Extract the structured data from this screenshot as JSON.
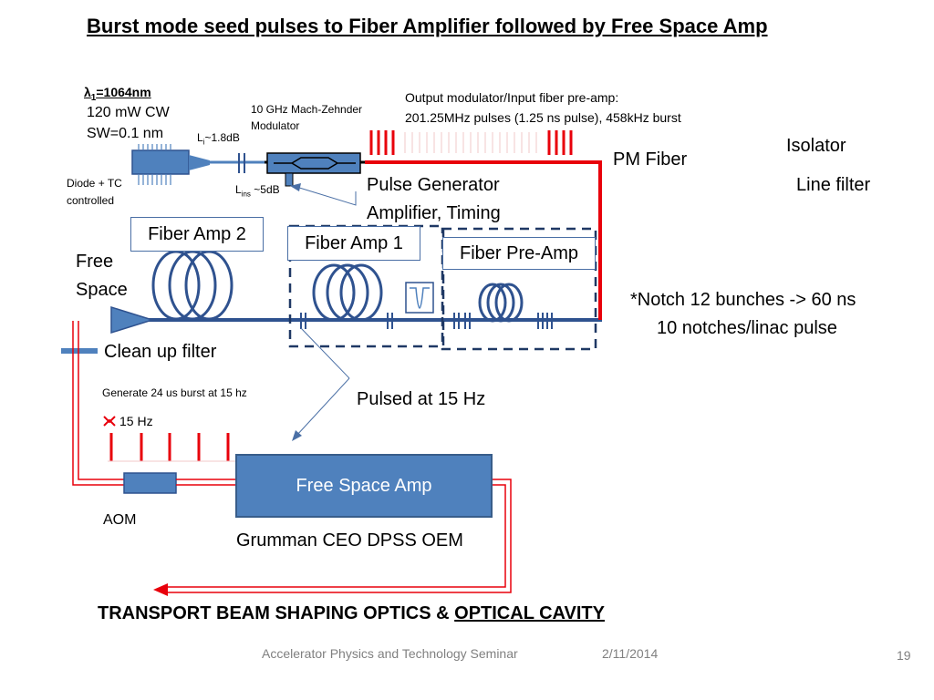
{
  "title": " Burst mode seed pulses to Fiber Amplifier followed by Free Space Amp",
  "laser": {
    "wavelength_symbol": "λ",
    "wavelength_sub": "1",
    "wavelength_value": "=1064nm",
    "power": "120 mW CW",
    "spectral_width": "SW=0.1 nm",
    "diode": "Diode + TC",
    "controlled": "controlled"
  },
  "modulator": {
    "line1": "10 GHz Mach-Zehnder",
    "line2": "Modulator",
    "loss_main": "L",
    "loss_sub": "i",
    "loss_value": "~1.8dB",
    "ins_main": "L",
    "ins_sub": "ins",
    "ins_value": " ~5dB"
  },
  "output_modulator": {
    "line1": "Output modulator/Input fiber pre-amp:",
    "line2": "201.25MHz pulses (1.25 ns pulse), 458kHz burst"
  },
  "labels": {
    "pm_fiber": "PM Fiber",
    "isolator": "Isolator",
    "line_filter": "Line filter",
    "pulse_gen_1": "Pulse Generator",
    "pulse_gen_2": "Amplifier, Timing",
    "fiber_amp_2": "Fiber Amp 2",
    "fiber_amp_1": "Fiber Amp 1",
    "fiber_pre_amp": "Fiber Pre-Amp",
    "free_space_1": "Free",
    "free_space_2": "Space",
    "clean_up_filter": "Clean up filter",
    "notch_1": "*Notch 12 bunches -> 60 ns",
    "notch_2": "10 notches/linac pulse",
    "generate_burst": "Generate 24 us burst at 15 hz",
    "rate_15hz": "15 Hz",
    "pulsed": "Pulsed at 15 Hz",
    "free_space_amp": "Free Space Amp",
    "aom": "AOM",
    "grumman": "Grumman CEO DPSS OEM",
    "transport_prefix": "TRANSPORT BEAM SHAPING OPTICS & ",
    "optical_cavity": "OPTICAL CAVITY"
  },
  "footer": {
    "seminar": "Accelerator Physics and Technology Seminar",
    "date": "2/11/2014",
    "page": "19"
  },
  "colors": {
    "fiber": "#2f528f",
    "component": "#4f81bd",
    "pulse_red": "#e8000b",
    "box_border": "#4a6fa5",
    "dash_border": "#1f3864"
  }
}
